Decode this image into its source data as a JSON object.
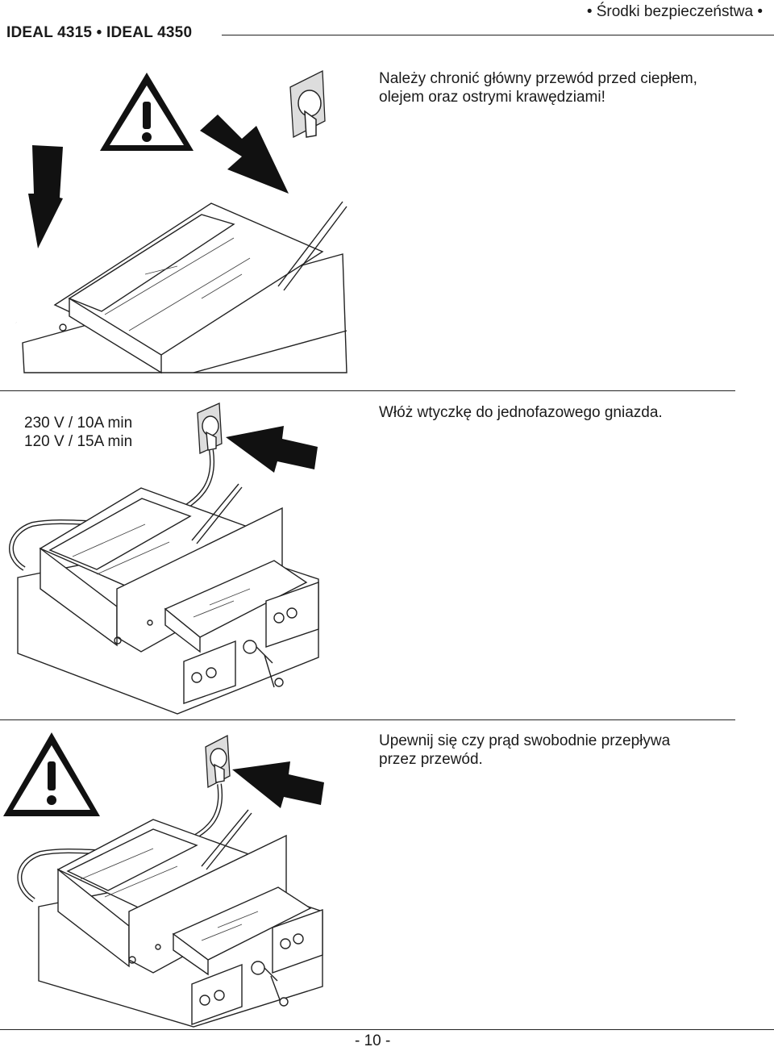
{
  "header": {
    "model": "IDEAL 4315 • IDEAL 4350",
    "section": "• Środki bezpieczeństwa •"
  },
  "sections": [
    {
      "lines": [
        "Należy chronić główny przewód przed ciepłem,",
        "olejem oraz ostrymi krawędziami!"
      ],
      "icons": [
        "warning-triangle-icon",
        "arrow-down-icon",
        "arrow-diagonal-icon",
        "wall-socket-icon",
        "cutting-machine-illustration"
      ]
    },
    {
      "voltage": [
        "230 V / 10A min",
        "120 V / 15A min"
      ],
      "lines": [
        "Włóż wtyczkę do jednofazowego gniazda."
      ],
      "icons": [
        "wall-socket-icon",
        "arrow-left-icon",
        "cutting-machine-illustration"
      ]
    },
    {
      "lines": [
        "Upewnij się czy prąd swobodnie przepływa",
        "przez przewód."
      ],
      "icons": [
        "warning-triangle-icon",
        "wall-socket-icon",
        "arrow-left-icon",
        "cutting-machine-illustration"
      ]
    }
  ],
  "footer": {
    "page": "- 10 -"
  }
}
